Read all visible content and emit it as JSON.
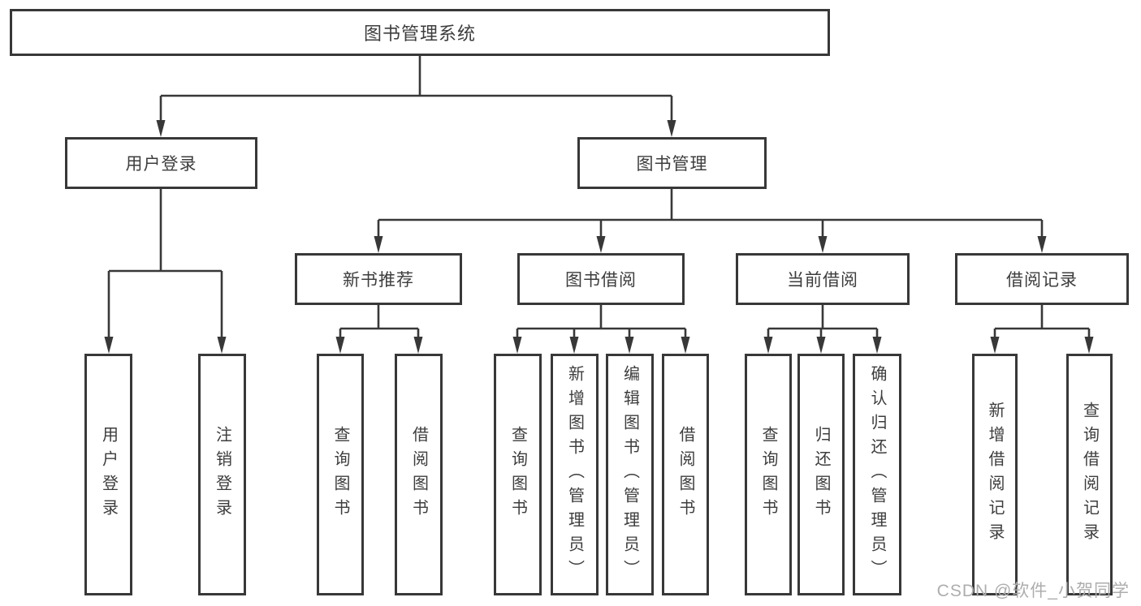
{
  "title": "图书管理系统",
  "nodes": {
    "root": "图书管理系统"
  },
  "level2": {
    "user_login": "用户登录",
    "book_mgmt": "图书管理"
  },
  "level3": {
    "new_books": "新书推荐",
    "borrowing": "图书借阅",
    "current": "当前借阅",
    "records": "借阅记录"
  },
  "level4": {
    "user_login_children": [
      "用户登录",
      "注销登录"
    ],
    "new_books_children": [
      "查询图书",
      "借阅图书"
    ],
    "borrowing_children": [
      "查询图书",
      "新增图书（管理员）",
      "编辑图书（管理员）",
      "借阅图书"
    ],
    "current_children": [
      "查询图书",
      "归还图书",
      "确认归还（管理员）"
    ],
    "records_children": [
      "新增借阅记录",
      "查询借阅记录"
    ]
  },
  "watermark": "CSDN @软件_小贺同学",
  "colors": {
    "line": "#383838",
    "box_background": "#ffffff",
    "text": "#3d3d3d",
    "watermark_text": "#aeadad"
  }
}
